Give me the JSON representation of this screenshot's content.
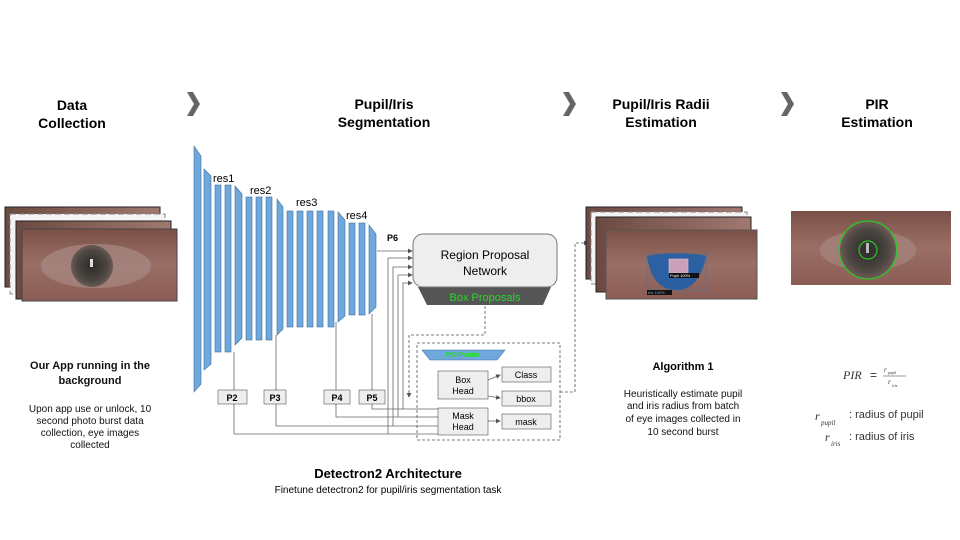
{
  "stages": [
    {
      "title_lines": [
        "Data",
        "Collection"
      ],
      "caption": "Our App running in the background",
      "caption_lines": [
        "Our App running in the",
        "background"
      ],
      "description_lines": [
        "Upon app use or unlock, 10",
        "second photo burst data",
        "collection, eye images",
        "collected"
      ]
    },
    {
      "title_lines": [
        "Pupil/Iris",
        "Segmentation"
      ],
      "caption": "Detectron2 Architecture",
      "description_lines": [
        "Finetune detectron2 for pupil/iris segmentation task"
      ]
    },
    {
      "title_lines": [
        "Pupil/Iris Radii",
        "Estimation"
      ],
      "caption": "Algorithm 1",
      "description_lines": [
        "Heuristically estimate pupil",
        "and iris radius from batch",
        "of eye images collected in",
        "10 second burst"
      ]
    },
    {
      "title_lines": [
        "PIR",
        "Estimation"
      ]
    }
  ],
  "network": {
    "res_labels": [
      "res1",
      "res2",
      "res3",
      "res4"
    ],
    "p_labels": [
      "P2",
      "P3",
      "P4",
      "P5",
      "P6"
    ],
    "rpn_lines": [
      "Region Proposal",
      "Network"
    ],
    "box_proposals": "Box Proposals",
    "roi_pooler": "ROIPooler",
    "box_head_lines": [
      "Box",
      "Head"
    ],
    "mask_head_lines": [
      "Mask",
      "Head"
    ],
    "outputs": [
      "Class",
      "bbox",
      "mask"
    ]
  },
  "segmentation_labels": {
    "pupil": "Pupil 100%",
    "iris": "Iris 100%"
  },
  "formula": {
    "lhs": "PIR",
    "equals": "=",
    "numerator": {
      "base": "r",
      "sub": "pupil"
    },
    "denominator": {
      "base": "r",
      "sub": "iris"
    },
    "legend": [
      {
        "base": "r",
        "sub": "pupil",
        "text": ": radius of pupil"
      },
      {
        "base": "r",
        "sub": "iris",
        "text": ": radius of iris"
      }
    ]
  },
  "colors": {
    "backbone": "#6fa8dc",
    "highlight_green": "#22dd22",
    "chevron": "#666666",
    "box_fill": "#eeeeee",
    "proposal_fill": "#555555",
    "segmentation_blue": "#1f5fa8",
    "circle_green": "#22cc22"
  }
}
